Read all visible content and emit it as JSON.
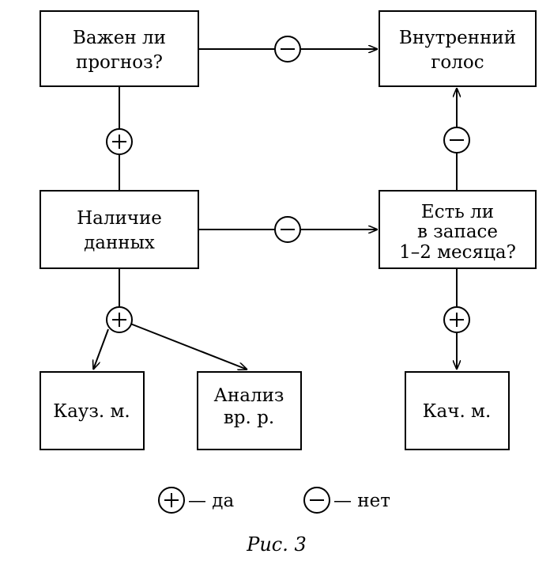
{
  "nodes": {
    "forecast_important": {
      "lines": [
        "Важен ли",
        "прогноз?"
      ]
    },
    "inner_voice": {
      "lines": [
        "Внутренний",
        "голос"
      ]
    },
    "data_available": {
      "lines": [
        "Наличие",
        "данных"
      ]
    },
    "reserve_months": {
      "lines": [
        "Есть ли",
        "в запасе",
        "1–2 месяца?"
      ]
    },
    "causal_methods": {
      "lines": [
        "Кауз. м."
      ]
    },
    "time_series": {
      "lines": [
        "Анализ",
        "вр. р."
      ]
    },
    "qualitative_methods": {
      "lines": [
        "Кач. м."
      ]
    }
  },
  "legend": {
    "plus_text": "— да",
    "minus_text": "— нет"
  },
  "caption": "Рис. 3"
}
